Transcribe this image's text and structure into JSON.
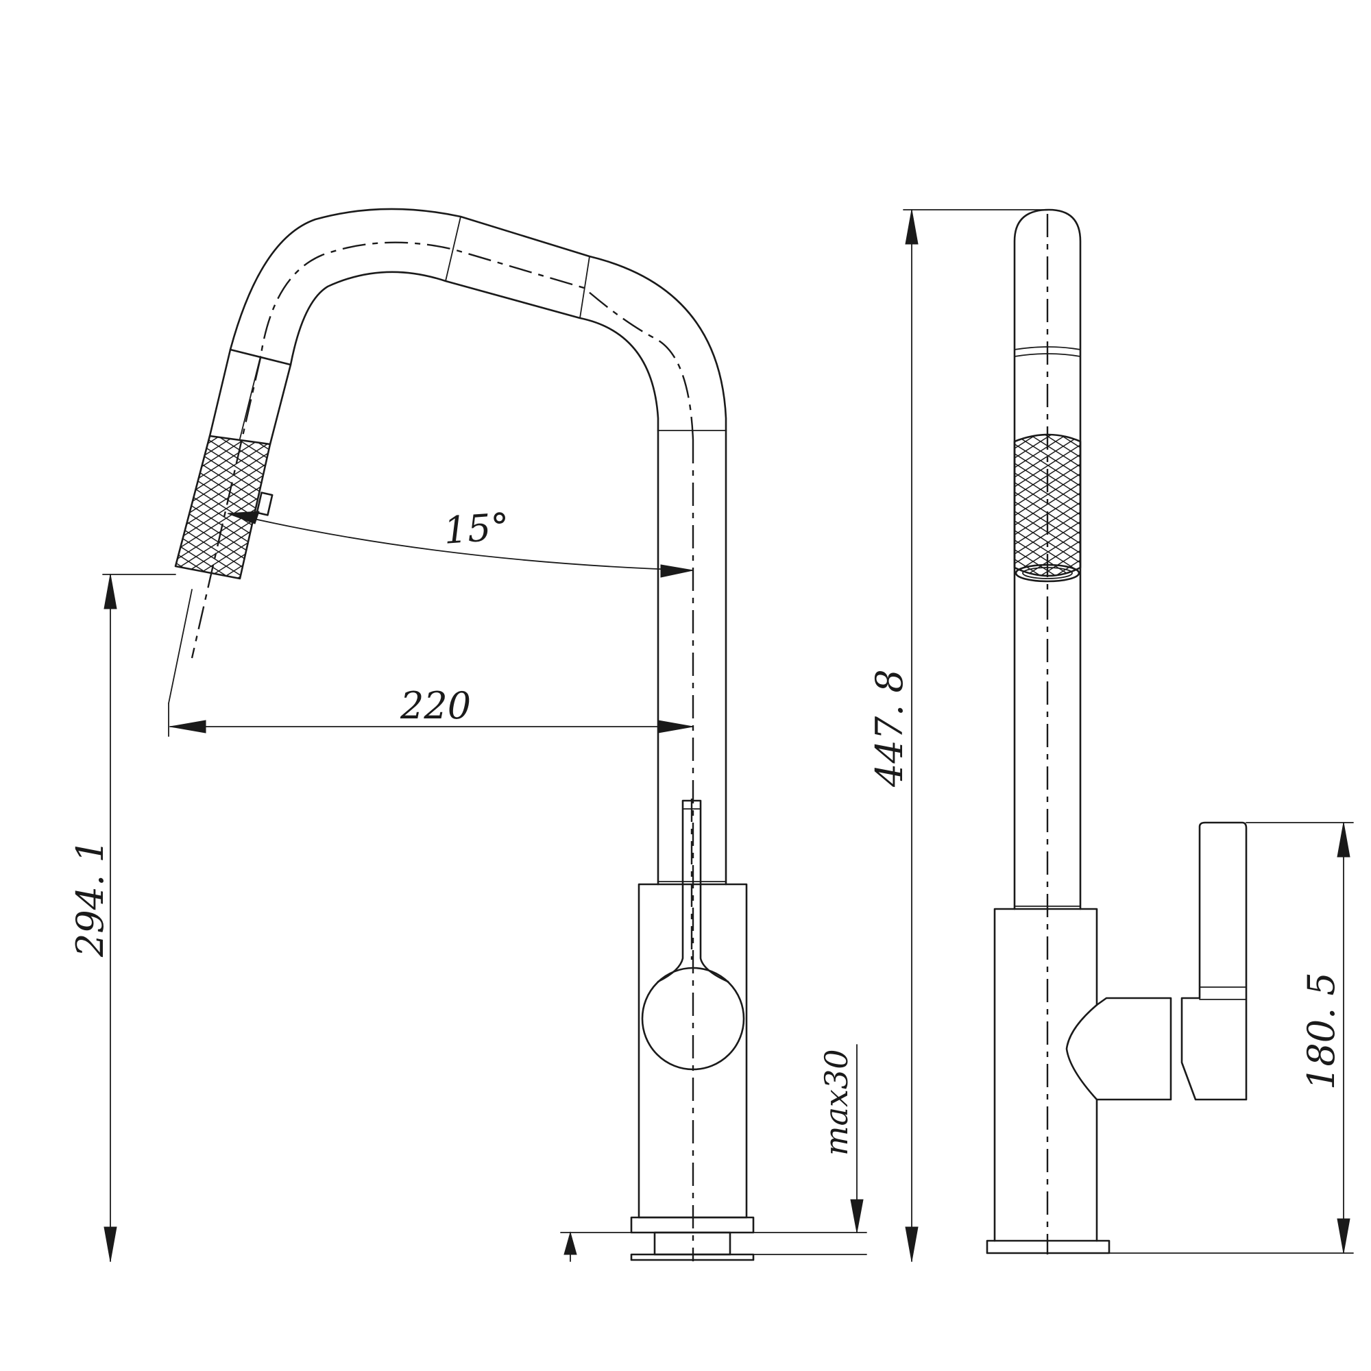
{
  "drawing": {
    "line_color": "#1a1a1a",
    "background": "#ffffff"
  },
  "dimensions": {
    "reach": "220",
    "spray_height": "294. 1",
    "total_height": "447. 8",
    "handle_height": "180. 5",
    "deck_thickness": "max30",
    "spout_angle": "15°"
  }
}
